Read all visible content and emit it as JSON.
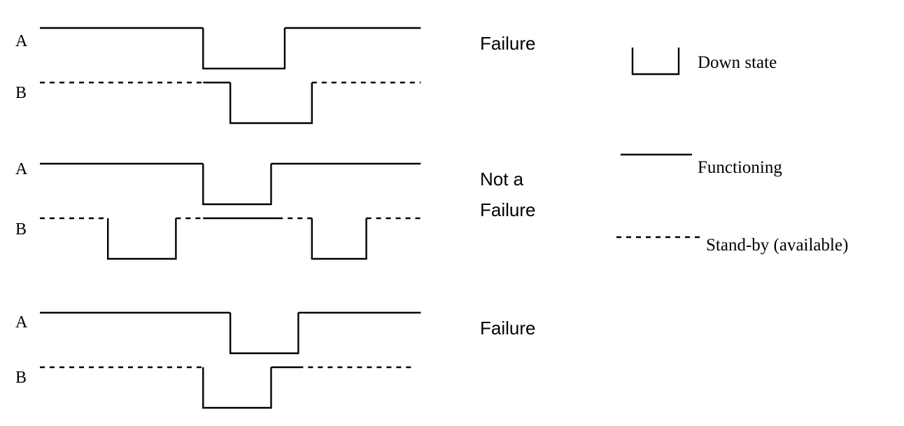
{
  "scenarios": [
    {
      "outcome_lines": [
        "Failure"
      ],
      "timelines": [
        {
          "label": "A",
          "segments": [
            {
              "state": "functioning",
              "start": 0,
              "end": 2.4
            },
            {
              "state": "down",
              "start": 2.4,
              "end": 3.6
            },
            {
              "state": "functioning",
              "start": 3.6,
              "end": 5.6
            }
          ]
        },
        {
          "label": "B",
          "segments": [
            {
              "state": "standby",
              "start": 0,
              "end": 2.4
            },
            {
              "state": "functioning",
              "start": 2.4,
              "end": 2.8
            },
            {
              "state": "down",
              "start": 2.8,
              "end": 4.0
            },
            {
              "state": "standby",
              "start": 4.0,
              "end": 5.6
            }
          ]
        }
      ]
    },
    {
      "outcome_lines": [
        "Not a",
        "Failure"
      ],
      "timelines": [
        {
          "label": "A",
          "segments": [
            {
              "state": "functioning",
              "start": 0,
              "end": 2.4
            },
            {
              "state": "down",
              "start": 2.4,
              "end": 3.4
            },
            {
              "state": "functioning",
              "start": 3.4,
              "end": 5.6
            }
          ]
        },
        {
          "label": "B",
          "segments": [
            {
              "state": "standby",
              "start": 0,
              "end": 1.0
            },
            {
              "state": "down",
              "start": 1.0,
              "end": 2.0
            },
            {
              "state": "standby",
              "start": 2.0,
              "end": 2.4
            },
            {
              "state": "functioning",
              "start": 2.4,
              "end": 3.5
            },
            {
              "state": "standby",
              "start": 3.5,
              "end": 4.0
            },
            {
              "state": "down",
              "start": 4.0,
              "end": 4.8
            },
            {
              "state": "standby",
              "start": 4.8,
              "end": 5.6
            }
          ]
        }
      ]
    },
    {
      "outcome_lines": [
        "Failure"
      ],
      "timelines": [
        {
          "label": "A",
          "segments": [
            {
              "state": "functioning",
              "start": 0,
              "end": 2.8
            },
            {
              "state": "down",
              "start": 2.8,
              "end": 3.8
            },
            {
              "state": "functioning",
              "start": 3.8,
              "end": 5.6
            }
          ]
        },
        {
          "label": "B",
          "segments": [
            {
              "state": "standby",
              "start": 0,
              "end": 2.4
            },
            {
              "state": "down",
              "start": 2.4,
              "end": 3.4
            },
            {
              "state": "functioning",
              "start": 3.4,
              "end": 3.8
            },
            {
              "state": "standby",
              "start": 3.8,
              "end": 5.5
            }
          ]
        }
      ]
    }
  ],
  "legend": {
    "down": "Down state",
    "functioning": "Functioning",
    "standby": "Stand-by (available)"
  }
}
